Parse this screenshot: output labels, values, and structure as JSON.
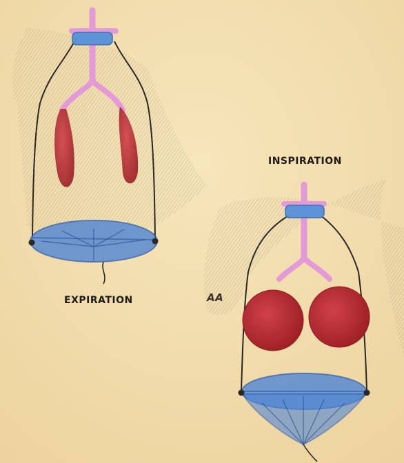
{
  "labels": {
    "expiration": "EXPIRATION",
    "inspiration": "INSPIRATION",
    "mark": "AA"
  },
  "colors": {
    "background": "#f3dfae",
    "shadow": "#6b6558",
    "jar_outline": "#2a2826",
    "trachea": "#e59ad8",
    "stopper": "#5e93d8",
    "lung": "#b8262c",
    "diaphragm": "#4f86d6"
  }
}
